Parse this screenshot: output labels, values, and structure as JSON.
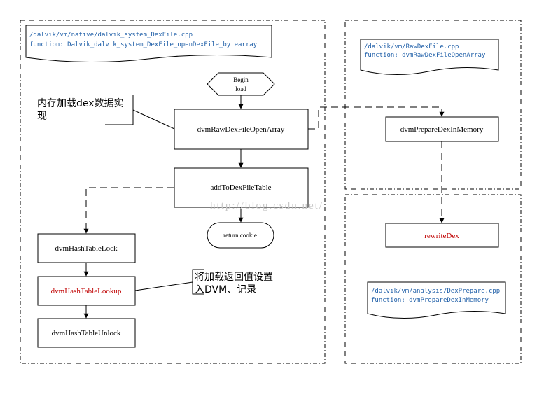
{
  "colors": {
    "stroke": "#000000",
    "doc_text": "#1f5fa8",
    "highlight_text": "#c00000",
    "node_text": "#000000",
    "watermark": "#c8c8c8"
  },
  "docs": {
    "native": {
      "line1": "/dalvik/vm/native/dalvik_system_DexFile.cpp",
      "line2": "function:  Dalvik_dalvik_system_DexFile_openDexFile_bytearray"
    },
    "rawdex": {
      "line1": "/dalvik/vm/RawDexFile.cpp",
      "line2": "function:  dvmRawDexFileOpenArray"
    },
    "prepare": {
      "line1": "/dalvik/vm/analysis/DexPrepare.cpp",
      "line2": "function:  dvmPrepareDexInMemory"
    }
  },
  "nodes": {
    "begin_line1": "Begin",
    "begin_line2": "load",
    "open_array": "dvmRawDexFileOpenArray",
    "add_table": "addToDexFileTable",
    "return_cookie": "return cookie",
    "hash_lock": "dvmHashTableLock",
    "hash_lookup": "dvmHashTableLookup",
    "hash_unlock": "dvmHashTableUnlock",
    "prepare_dex": "dvmPrepareDexInMemory",
    "rewrite_dex": "rewriteDex"
  },
  "annotations": {
    "memory_load_line1": "内存加载dex数据实",
    "memory_load_line2": "现",
    "set_dvm_line1": "将加载返回值设置",
    "set_dvm_line2": "入DVM、记录"
  },
  "watermark": "http://blog.csdn.net/"
}
